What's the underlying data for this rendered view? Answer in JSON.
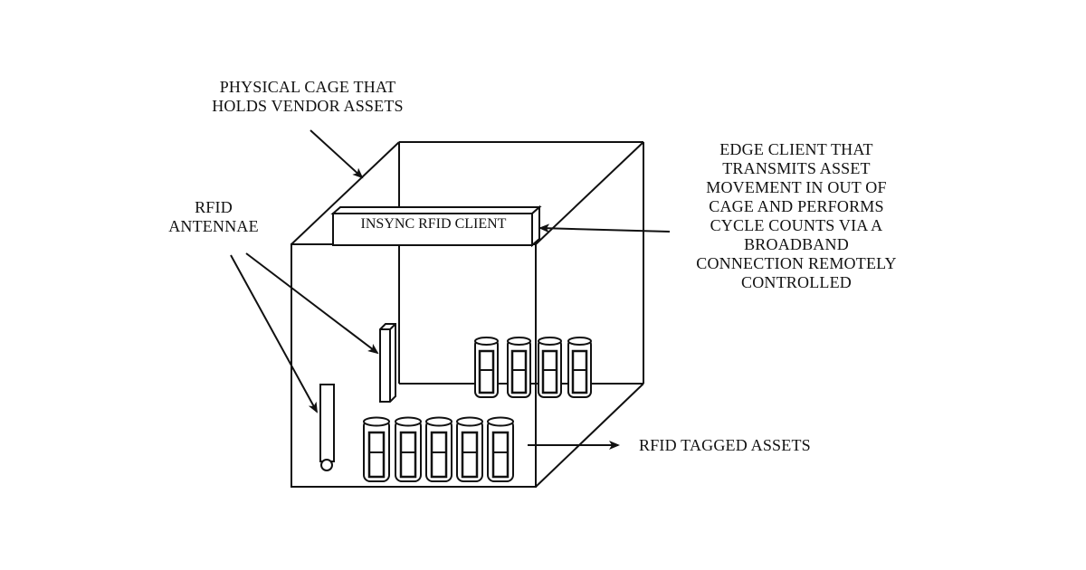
{
  "labels": {
    "cage": [
      "PHYSICAL CAGE THAT",
      "HOLDS VENDOR ASSETS"
    ],
    "antennae": [
      "RFID",
      "ANTENNAE"
    ],
    "edge_client": [
      "EDGE CLIENT THAT",
      "TRANSMITS ASSET",
      "MOVEMENT IN OUT OF",
      "CAGE AND PERFORMS",
      "CYCLE COUNTS VIA A",
      "BROADBAND",
      "CONNECTION REMOTELY",
      "CONTROLLED"
    ],
    "tagged_assets": "RFID TAGGED ASSETS",
    "client_box": "INSYNC RFID CLIENT"
  },
  "colors": {
    "ink": "#111111",
    "background": "#ffffff"
  }
}
